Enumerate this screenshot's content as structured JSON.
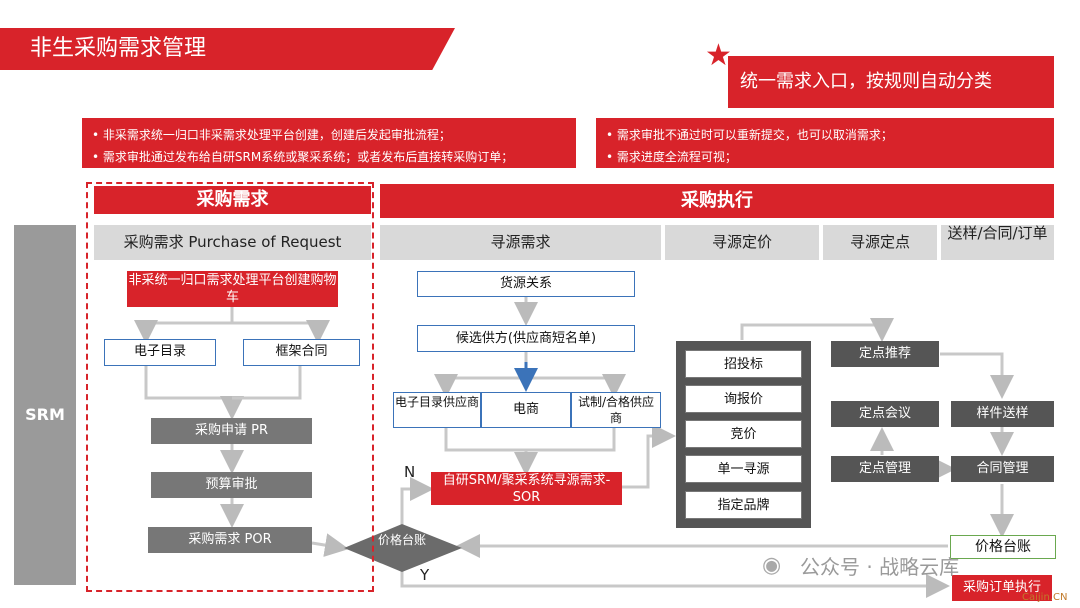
{
  "title": "非生采购需求管理",
  "banner": "统一需求入口，按规则自动分类",
  "notes_left": [
    "非采需求统一归口非采需求处理平台创建，创建后发起审批流程；",
    "需求审批通过发布给自研SRM系统或聚采系统；或者发布后直接转采购订单；"
  ],
  "notes_right": [
    "需求审批不通过时可以重新提交，也可以取消需求；",
    "需求进度全流程可视；"
  ],
  "side_label": "SRM",
  "sections": {
    "demand": "采购需求",
    "execution": "采购执行"
  },
  "columns": {
    "pr": "采购需求 Purchase of Request",
    "sourcing": "寻源需求",
    "pricing": "寻源定价",
    "designate": "寻源定点",
    "delivery": "送样/合同/订单"
  },
  "flow": {
    "cart": "非采统一归口需求处理平台创建购物车",
    "catalog": "电子目录",
    "framework": "框架合同",
    "pr_apply": "采购申请 PR",
    "budget": "预算审批",
    "por": "采购需求 POR",
    "source_rel": "货源关系",
    "candidate": "候选供方(供应商短名单)",
    "catalog_supplier": "电子目录供应商",
    "ecommerce": "电商",
    "trial_supplier": "试制/合格供应商",
    "sor": "自研SRM/聚采系统寻源需求-SOR",
    "tender": "招投标",
    "inquiry": "询报价",
    "bidding": "竞价",
    "single": "单一寻源",
    "brand": "指定品牌",
    "recommend": "定点推荐",
    "meeting": "定点会议",
    "manage": "定点管理",
    "sample": "样件送样",
    "contract": "合同管理",
    "ledger_right": "价格台账",
    "order": "采购订单执行",
    "ledger_diamond": "价格台账",
    "n": "N",
    "y": "Y"
  },
  "watermark": "公众号 · 战略云库",
  "watermark_small": "Caijin.CN",
  "colors": {
    "accent": "#d8232a",
    "gray": "#777777",
    "dark": "#555555",
    "blue": "#3b73b9"
  }
}
